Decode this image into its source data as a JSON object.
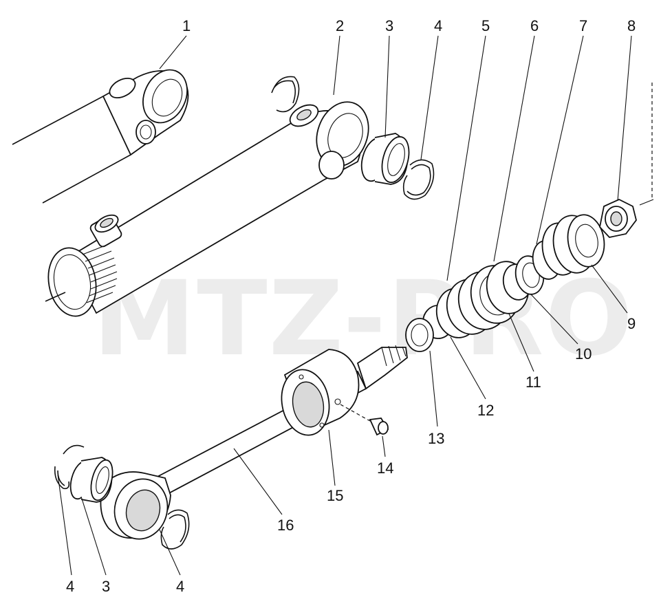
{
  "watermark": "MTZ-PRO",
  "callouts": [
    {
      "id": "c1",
      "label": "1"
    },
    {
      "id": "c2",
      "label": "2"
    },
    {
      "id": "c3",
      "label": "3"
    },
    {
      "id": "c4",
      "label": "4"
    },
    {
      "id": "c5",
      "label": "5"
    },
    {
      "id": "c6",
      "label": "6"
    },
    {
      "id": "c7",
      "label": "7"
    },
    {
      "id": "c8",
      "label": "8"
    },
    {
      "id": "c9",
      "label": "9"
    },
    {
      "id": "c10",
      "label": "10"
    },
    {
      "id": "c11",
      "label": "11"
    },
    {
      "id": "c12",
      "label": "12"
    },
    {
      "id": "c13",
      "label": "13"
    },
    {
      "id": "c14",
      "label": "14"
    },
    {
      "id": "c15",
      "label": "15"
    },
    {
      "id": "c16",
      "label": "16"
    },
    {
      "id": "c4b",
      "label": "4"
    },
    {
      "id": "c3b",
      "label": "3"
    },
    {
      "id": "c4c",
      "label": "4"
    }
  ]
}
